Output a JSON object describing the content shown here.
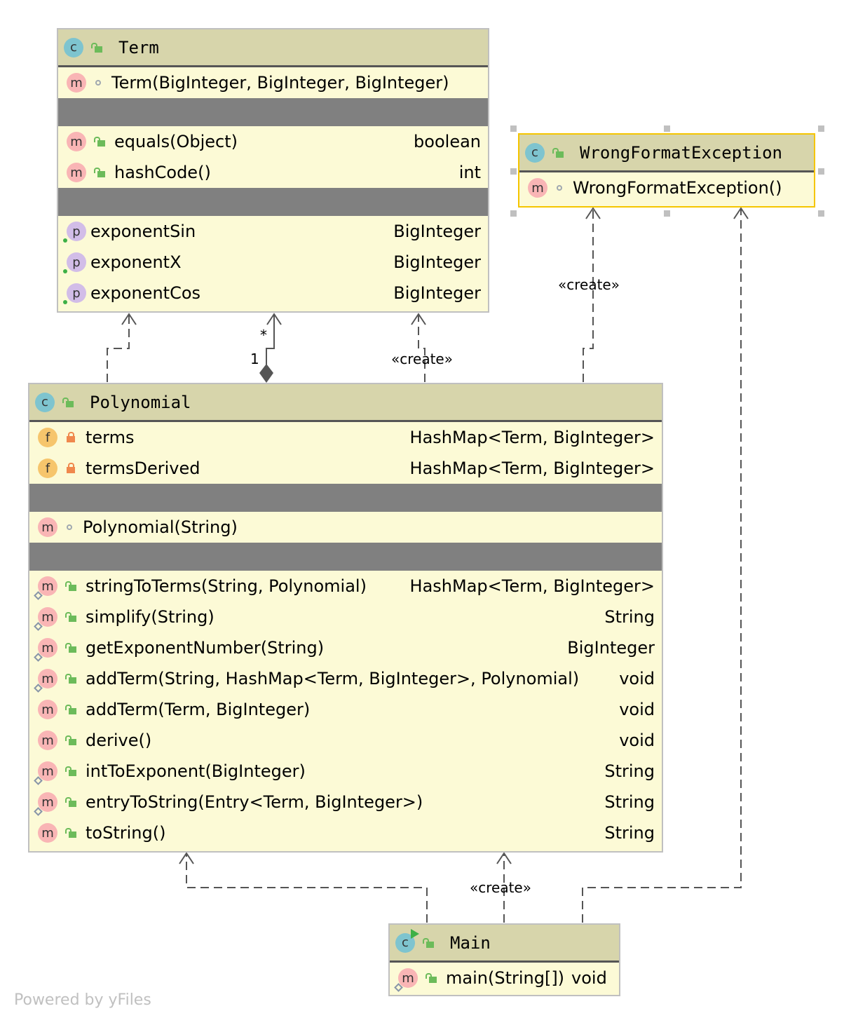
{
  "colors": {
    "header": "#d7d5ab",
    "body": "#fcfad6",
    "separator": "#808080",
    "selection": "#f5c500",
    "edge": "#555555"
  },
  "classes": {
    "term": {
      "name": "Term",
      "kind": "class",
      "icon": "class-icon",
      "visibility": "public",
      "constructors": [
        {
          "name": "Term(BigInteger, BigInteger, BigInteger)",
          "type": "",
          "visibility": "package",
          "static": false
        }
      ],
      "methods": [
        {
          "name": "equals(Object)",
          "type": "boolean",
          "visibility": "public",
          "static": false
        },
        {
          "name": "hashCode()",
          "type": "int",
          "visibility": "public",
          "static": false
        }
      ],
      "properties": [
        {
          "name": "exponentSin",
          "type": "BigInteger"
        },
        {
          "name": "exponentX",
          "type": "BigInteger"
        },
        {
          "name": "exponentCos",
          "type": "BigInteger"
        }
      ]
    },
    "wrongFormatException": {
      "name": "WrongFormatException",
      "kind": "class",
      "icon": "class-icon",
      "visibility": "public",
      "selected": true,
      "constructors": [
        {
          "name": "WrongFormatException()",
          "type": "",
          "visibility": "package",
          "static": false
        }
      ]
    },
    "polynomial": {
      "name": "Polynomial",
      "kind": "class",
      "icon": "class-icon",
      "visibility": "public",
      "fields": [
        {
          "name": "terms",
          "type": "HashMap<Term, BigInteger>",
          "visibility": "private"
        },
        {
          "name": "termsDerived",
          "type": "HashMap<Term, BigInteger>",
          "visibility": "private"
        }
      ],
      "constructors": [
        {
          "name": "Polynomial(String)",
          "type": "",
          "visibility": "package",
          "static": false
        }
      ],
      "methods": [
        {
          "name": "stringToTerms(String, Polynomial)",
          "type": "HashMap<Term, BigInteger>",
          "visibility": "public",
          "static": true
        },
        {
          "name": "simplify(String)",
          "type": "String",
          "visibility": "public",
          "static": true
        },
        {
          "name": "getExponentNumber(String)",
          "type": "BigInteger",
          "visibility": "public",
          "static": true
        },
        {
          "name": "addTerm(String, HashMap<Term, BigInteger>, Polynomial)",
          "type": "void",
          "visibility": "public",
          "static": true
        },
        {
          "name": "addTerm(Term, BigInteger)",
          "type": "void",
          "visibility": "public",
          "static": false
        },
        {
          "name": "derive()",
          "type": "void",
          "visibility": "public",
          "static": false
        },
        {
          "name": "intToExponent(BigInteger)",
          "type": "String",
          "visibility": "public",
          "static": true
        },
        {
          "name": "entryToString(Entry<Term, BigInteger>)",
          "type": "String",
          "visibility": "public",
          "static": true
        },
        {
          "name": "toString()",
          "type": "String",
          "visibility": "public",
          "static": false
        }
      ]
    },
    "main": {
      "name": "Main",
      "kind": "runnable-class",
      "icon": "class-run-icon",
      "visibility": "public",
      "methods": [
        {
          "name": "main(String[])",
          "type": "void",
          "visibility": "public",
          "static": true
        }
      ]
    }
  },
  "edges": [
    {
      "from": "Polynomial",
      "to": "Term",
      "kind": "dependency",
      "label": ""
    },
    {
      "from": "Polynomial",
      "to": "Term",
      "kind": "composition",
      "label": "",
      "source_multiplicity": "1",
      "target_multiplicity": "*"
    },
    {
      "from": "Polynomial",
      "to": "Term",
      "kind": "dependency",
      "label": "«create»"
    },
    {
      "from": "Polynomial",
      "to": "WrongFormatException",
      "kind": "dependency",
      "label": "«create»"
    },
    {
      "from": "Main",
      "to": "Polynomial",
      "kind": "dependency",
      "label": ""
    },
    {
      "from": "Main",
      "to": "Polynomial",
      "kind": "dependency",
      "label": "«create»"
    },
    {
      "from": "Main",
      "to": "WrongFormatException",
      "kind": "dependency",
      "label": ""
    }
  ],
  "footer": "Powered by yFiles"
}
